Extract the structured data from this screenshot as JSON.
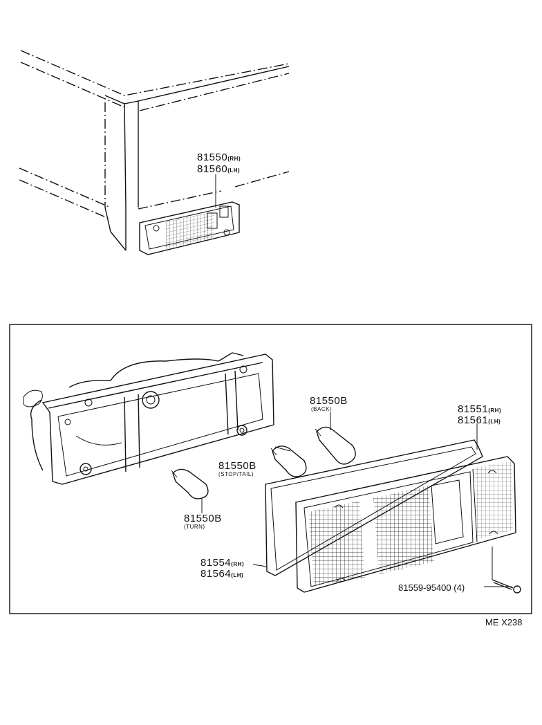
{
  "labels": {
    "upper_rh": "81550",
    "upper_rh_sfx": "(RH)",
    "upper_lh": "81560",
    "upper_lh_sfx": "(LH)",
    "back_bulb": "81550B",
    "back_sub": "(BACK)",
    "stop_bulb": "81550B",
    "stop_sub": "(STOP/TAIL)",
    "turn_bulb": "81550B",
    "turn_sub": "(TURN)",
    "lens_rh": "81551",
    "lens_rh_sfx": "(RH)",
    "lens_lh": "81561",
    "lens_lh_sfx": "(LH)",
    "gasket_rh": "81554",
    "gasket_rh_sfx": "(RH)",
    "gasket_lh": "81564",
    "gasket_lh_sfx": "(LH)",
    "screw": "81559-95400",
    "screw_qty": "(4)",
    "figure_code": "ME X238"
  }
}
